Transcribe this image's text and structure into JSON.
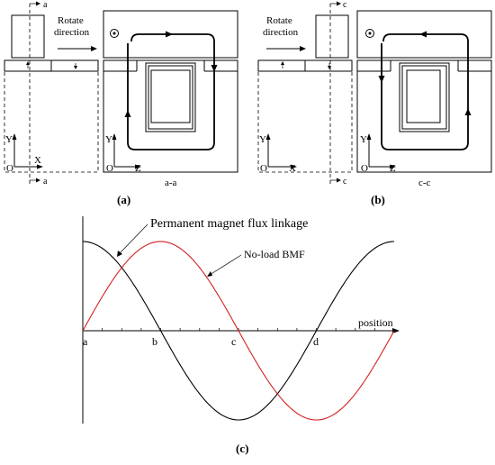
{
  "figure": {
    "a_section": "a",
    "c_section": "c",
    "rotate_line1": "Rotate",
    "rotate_line2": "direction",
    "axis_y": "Y",
    "axis_x": "X",
    "axis_z": "Z",
    "origin": "O",
    "caption_aa": "a-a",
    "caption_cc": "c-c",
    "label_a": "(a)",
    "label_b": "(b)",
    "label_c": "(c)"
  },
  "plot": {
    "series_pm_label": "Permanent magnet flux linkage",
    "series_bmf_label": "No-load BMF",
    "xlabel": "position",
    "point_a": "a",
    "point_b": "b",
    "point_c": "c",
    "point_d": "d",
    "pm_color": "#000000",
    "bmf_color": "#d42020"
  }
}
